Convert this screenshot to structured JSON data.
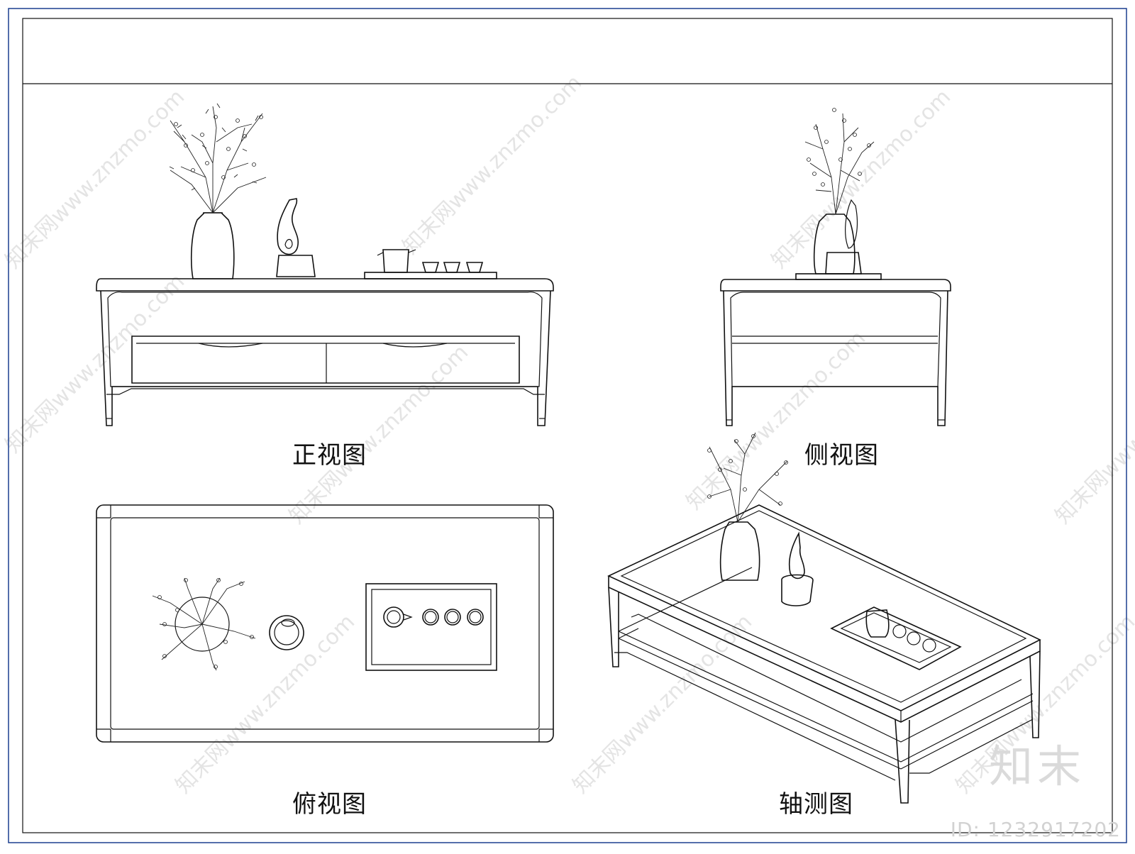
{
  "views": {
    "front": "正视图",
    "side": "侧视图",
    "top": "俯视图",
    "axonometric": "轴测图"
  },
  "watermark": {
    "text": "知末网www.znzmo.com",
    "logo": "知末",
    "id": "ID: 1232917202"
  },
  "colors": {
    "frame": "#1c3f8f",
    "line": "#111111",
    "watermark": "#e0e0e0"
  }
}
